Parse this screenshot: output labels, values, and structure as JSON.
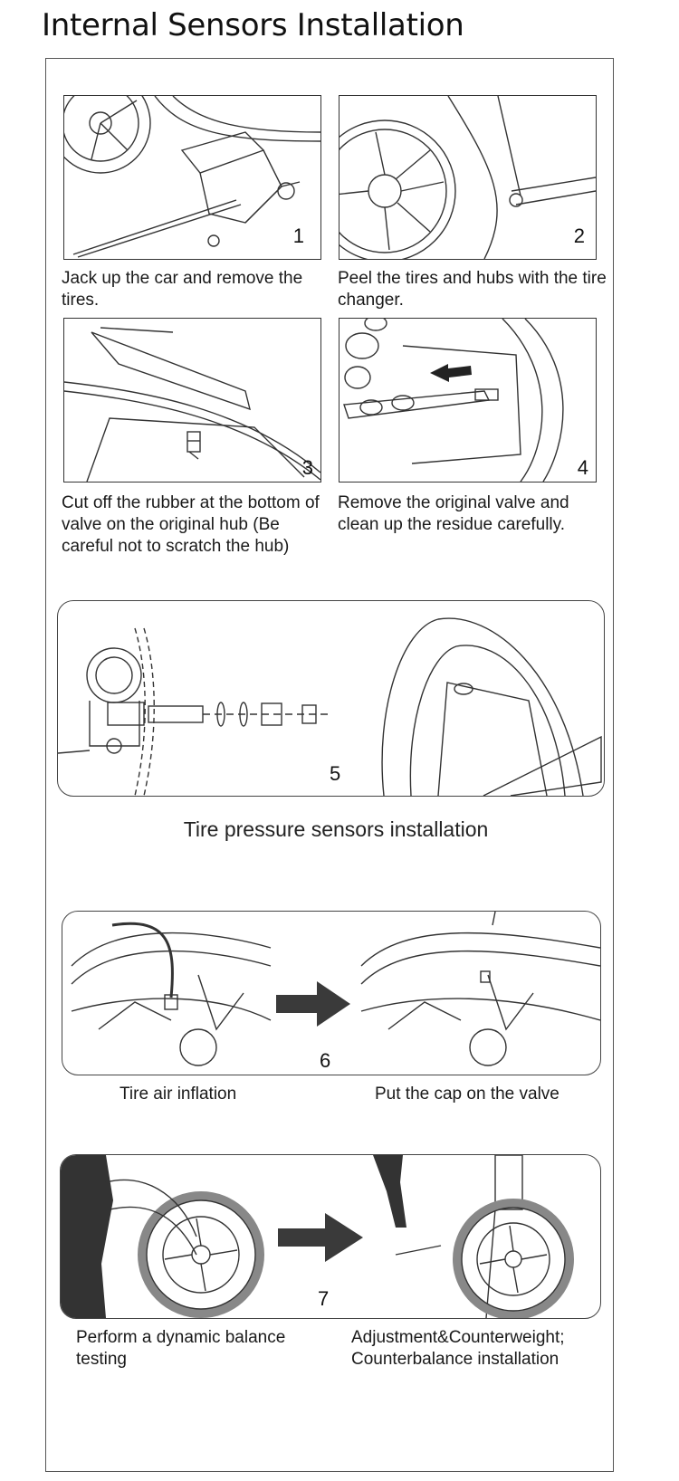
{
  "title": "Internal Sensors Installation",
  "steps": [
    {
      "number": "1",
      "caption": "Jack up the car and remove the tires."
    },
    {
      "number": "2",
      "caption": "Peel the tires and hubs with the tire changer."
    },
    {
      "number": "3",
      "caption": "Cut off the rubber at the bottom of valve on the original hub (Be careful not to scratch the hub)"
    },
    {
      "number": "4",
      "caption": "Remove the original valve and clean up the residue carefully."
    },
    {
      "number": "5",
      "caption": "Tire pressure sensors installation"
    },
    {
      "number": "6",
      "caption_left": "Tire air inflation",
      "caption_right": "Put the cap on the valve"
    },
    {
      "number": "7",
      "caption_left": "Perform a dynamic balance testing",
      "caption_right": "Adjustment&Counterweight; Counterbalance installation"
    }
  ],
  "colors": {
    "line": "#333333",
    "arrow": "#3a3a3a",
    "border": "#555555"
  }
}
